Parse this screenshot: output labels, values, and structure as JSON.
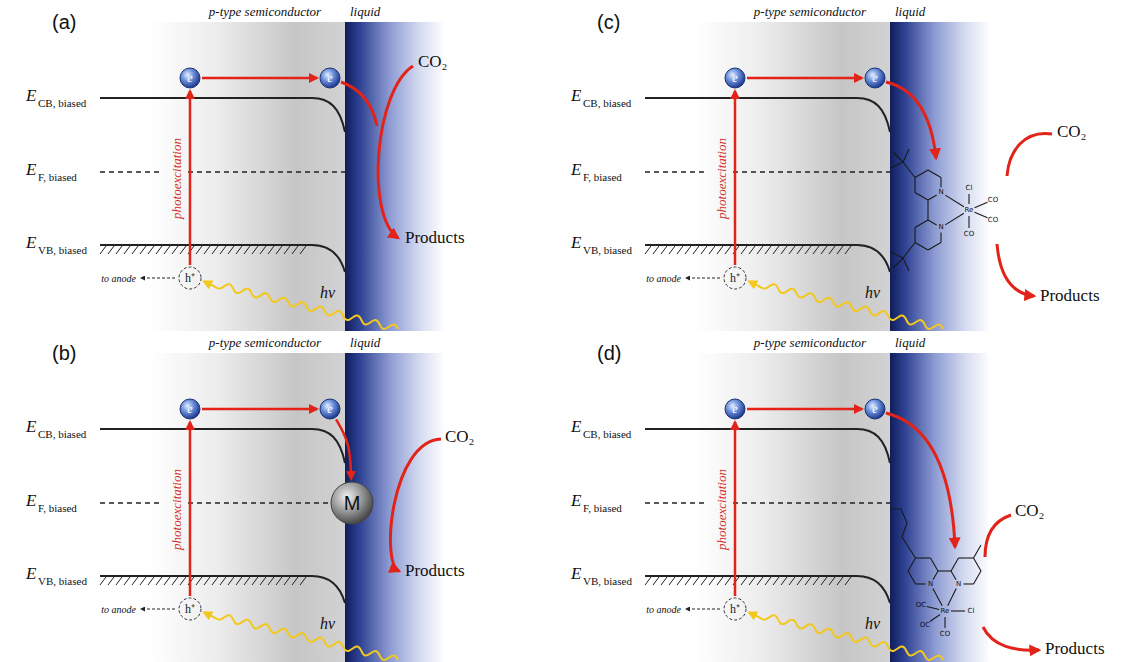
{
  "diagram": {
    "nodes": [
      {
        "text": [
          "e"
        ]
      },
      {
        "text": [
          "e"
        ]
      },
      {
        "text": [
          "h⁺"
        ]
      },
      {
        "text": [
          "e"
        ]
      },
      {
        "text": [
          "e"
        ]
      },
      {
        "text": [
          "h⁺"
        ]
      },
      {
        "text": [
          "e"
        ]
      },
      {
        "text": [
          "e"
        ]
      },
      {
        "text": [
          "M"
        ]
      },
      {
        "text": [
          "h⁺"
        ]
      },
      {
        "text": [
          "e"
        ]
      },
      {
        "text": [
          "e"
        ]
      },
      {
        "text": [
          "h⁺"
        ]
      }
    ],
    "edges": [
      {
        "from": 2,
        "to": 0,
        "arrow": "to",
        "label": "photoexcitation"
      },
      {
        "from": 0,
        "to": 1,
        "arrow": "to"
      },
      {
        "from": 5,
        "to": 3,
        "arrow": "to",
        "label": "photoexcitation"
      },
      {
        "from": 3,
        "to": 4,
        "arrow": "to"
      },
      {
        "from": 9,
        "to": 6,
        "arrow": "to",
        "label": "photoexcitation"
      },
      {
        "from": 6,
        "to": 7,
        "arrow": "to"
      },
      {
        "from": 7,
        "to": 8,
        "arrow": "to"
      },
      {
        "from": 12,
        "to": 10,
        "arrow": "to",
        "label": "photoexcitation"
      },
      {
        "from": 10,
        "to": 11,
        "arrow": "to"
      }
    ],
    "labels": [
      "(a)",
      "p-type semiconductor",
      "liquid",
      "E",
      "CB, biased",
      "E",
      "F, biased",
      "E",
      "VB, biased",
      "to anode",
      "hν",
      "CO₂",
      "Products",
      "(c)",
      "p-type semiconductor",
      "liquid",
      "E",
      "CB, biased",
      "E",
      "F, biased",
      "E",
      "VB, biased",
      "to anode",
      "hν",
      "CO₂",
      "Products",
      "N",
      "N",
      "Cl",
      "Re",
      "CO",
      "CO",
      "CO",
      "(b)",
      "p-type semiconductor",
      "liquid",
      "E",
      "CB, biased",
      "E",
      "F, biased",
      "E",
      "VB, biased",
      "to anode",
      "hν",
      "CO₂",
      "Products",
      "(d)",
      "p-type semiconductor",
      "liquid",
      "E",
      "CB, biased",
      "E",
      "F, biased",
      "E",
      "VB, biased",
      "to anode",
      "hν",
      "CO₂",
      "Products",
      "N",
      "N",
      "Re",
      "OC",
      "OC",
      "Cl",
      "CO"
    ]
  }
}
